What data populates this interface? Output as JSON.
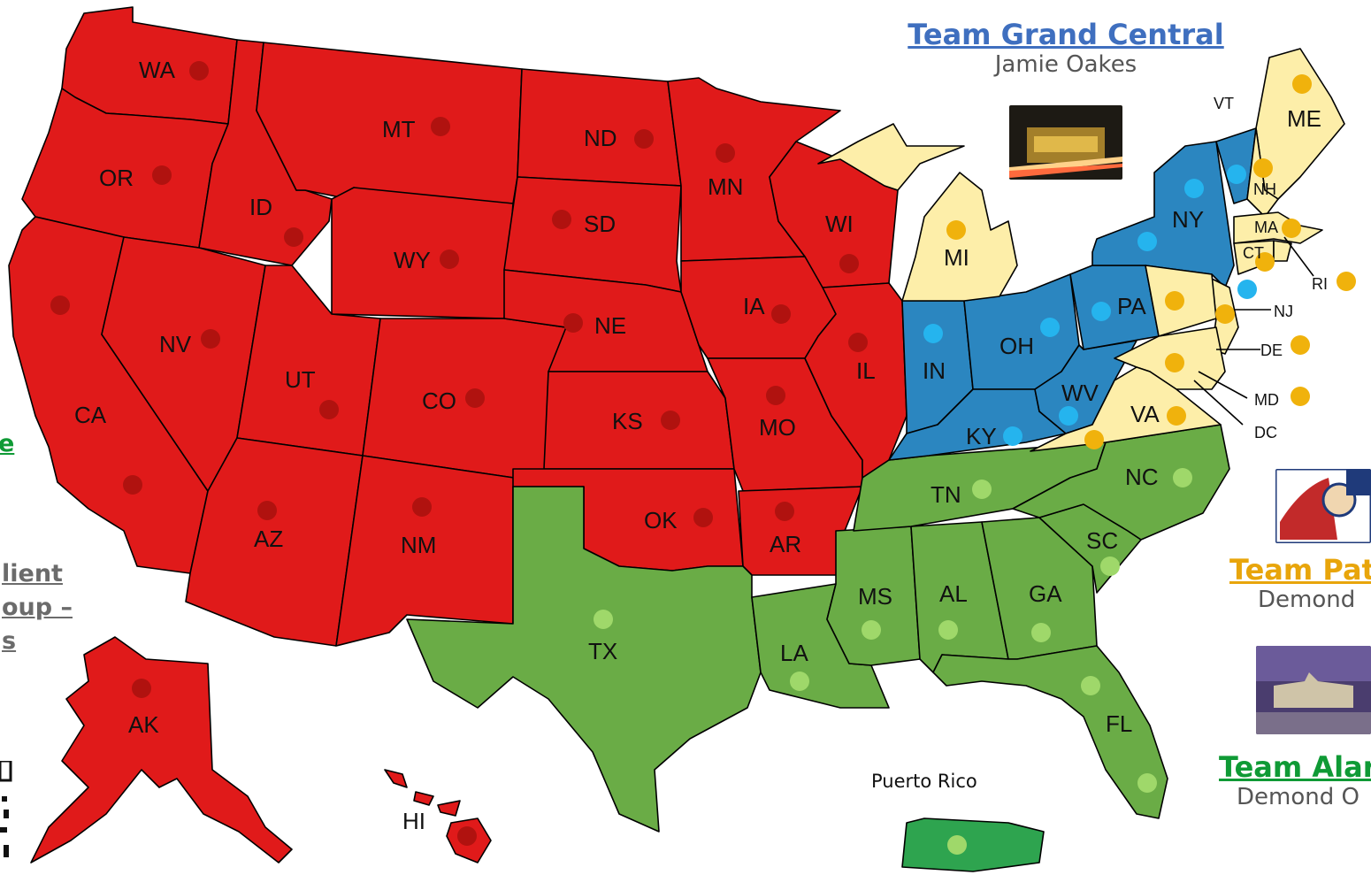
{
  "teams": {
    "grand_central": {
      "name": "Team Grand Central",
      "member": "Jamie Oakes",
      "color": "#3f6fbf"
    },
    "patriot": {
      "name": "Team Pat",
      "member": "Demond",
      "color": "#e8a50b"
    },
    "alamo": {
      "name": "Team Alar",
      "member": "Demond O",
      "color": "#0f9a35"
    }
  },
  "left_panel": {
    "fragment_top": "e",
    "fragment_lines": [
      "lient",
      "oup –",
      "s"
    ],
    "top_color": "#0f9a35"
  },
  "map": {
    "colors": {
      "red": "#e01a1a",
      "blue": "#2b86c0",
      "yellow": "#fdeea9",
      "green": "#6aac46"
    },
    "territory_label": "Puerto Rico",
    "states": {
      "WA": "WA",
      "OR": "OR",
      "CA": "CA",
      "ID": "ID",
      "NV": "NV",
      "MT": "MT",
      "WY": "WY",
      "UT": "UT",
      "AZ": "AZ",
      "CO": "CO",
      "NM": "NM",
      "ND": "ND",
      "SD": "SD",
      "NE": "NE",
      "KS": "KS",
      "OK": "OK",
      "TX": "TX",
      "MN": "MN",
      "IA": "IA",
      "MO": "MO",
      "AR": "AR",
      "LA": "LA",
      "WI": "WI",
      "IL": "IL",
      "MI": "MI",
      "IN": "IN",
      "OH": "OH",
      "KY": "KY",
      "TN": "TN",
      "MS": "MS",
      "AL": "AL",
      "GA": "GA",
      "FL": "FL",
      "SC": "SC",
      "NC": "NC",
      "VA": "VA",
      "WV": "WV",
      "PA": "PA",
      "NY": "NY",
      "VT": "VT",
      "NH": "NH",
      "ME": "ME",
      "MA": "MA",
      "CT": "CT",
      "RI": "RI",
      "NJ": "NJ",
      "DE": "DE",
      "MD": "MD",
      "DC": "DC",
      "AK": "AK",
      "HI": "HI"
    }
  }
}
